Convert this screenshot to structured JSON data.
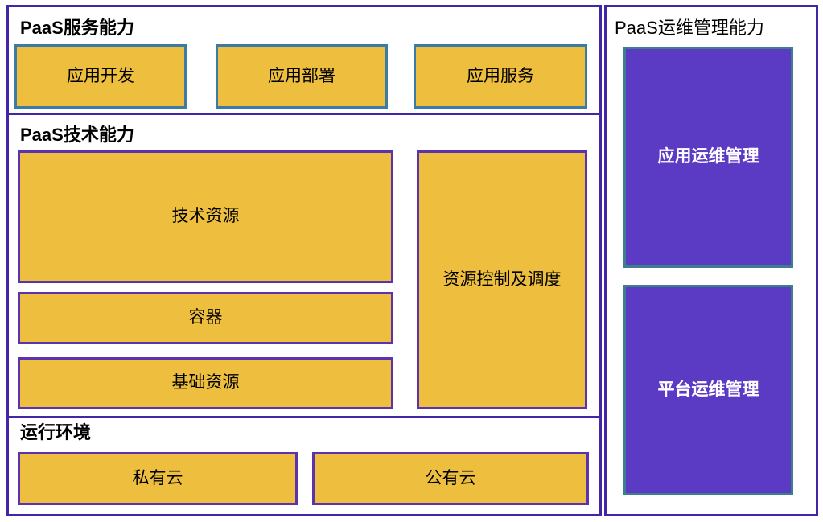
{
  "diagram": {
    "left_panel": {
      "sections": [
        {
          "title": "PaaS服务能力",
          "boxes": [
            {
              "label": "应用开发"
            },
            {
              "label": "应用部署"
            },
            {
              "label": "应用服务"
            }
          ]
        },
        {
          "title": "PaaS技术能力",
          "boxes": [
            {
              "label": "技术资源"
            },
            {
              "label": "容器"
            },
            {
              "label": "基础资源"
            },
            {
              "label": "资源控制及调度"
            }
          ]
        },
        {
          "title": "运行环境",
          "boxes": [
            {
              "label": "私有云"
            },
            {
              "label": "公有云"
            }
          ]
        }
      ]
    },
    "right_panel": {
      "title": "PaaS运维管理能力",
      "boxes": [
        {
          "label": "应用运维管理"
        },
        {
          "label": "平台运维管理"
        }
      ]
    },
    "colors": {
      "frame_purple": "#4326a8",
      "box_yellow_fill": "#eebe3f",
      "box_blue_border": "#3a7ca5",
      "box_purple_border": "#5b33b0",
      "box_purple_fill": "#5b3bc4",
      "box_teal_border": "#3c7d8e",
      "text_dark": "#000000",
      "text_light": "#ffffff"
    }
  }
}
